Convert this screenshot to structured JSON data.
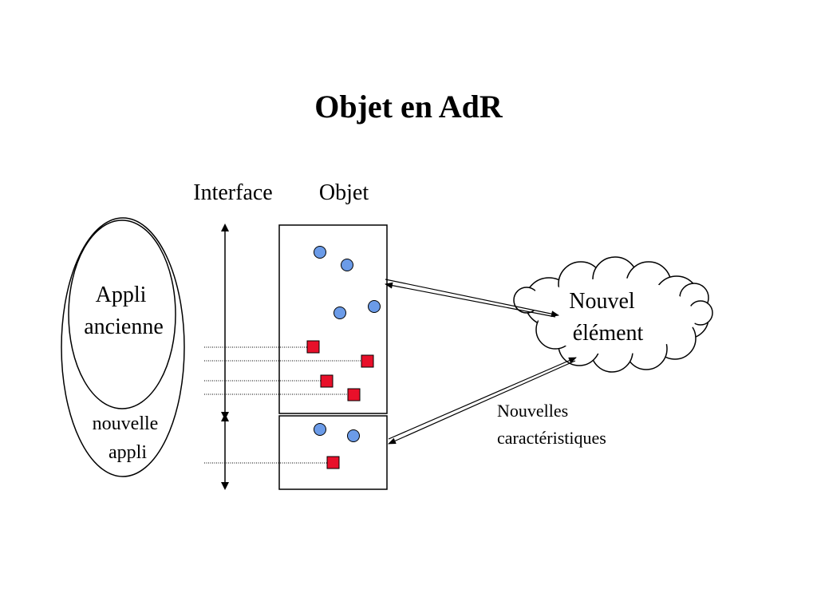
{
  "slide": {
    "title": "Objet en AdR"
  },
  "diagram": {
    "column_labels": {
      "interface": "Interface",
      "object": "Objet"
    },
    "ellipse": {
      "inner_label_lines": [
        "Appli",
        "ancienne"
      ],
      "outer_label_lines": [
        "nouvelle",
        "appli"
      ]
    },
    "cloud": {
      "label_lines": [
        "Nouvel",
        "élément"
      ]
    },
    "annotation": {
      "label_lines": [
        "Nouvelles",
        "caractéristiques"
      ]
    },
    "colors": {
      "method_square": "#e8102a",
      "attribute_circle": "#6b9be8",
      "outline": "#000000"
    },
    "legend_semantics": {
      "circle_icon": "attribute",
      "square_icon": "method"
    }
  }
}
